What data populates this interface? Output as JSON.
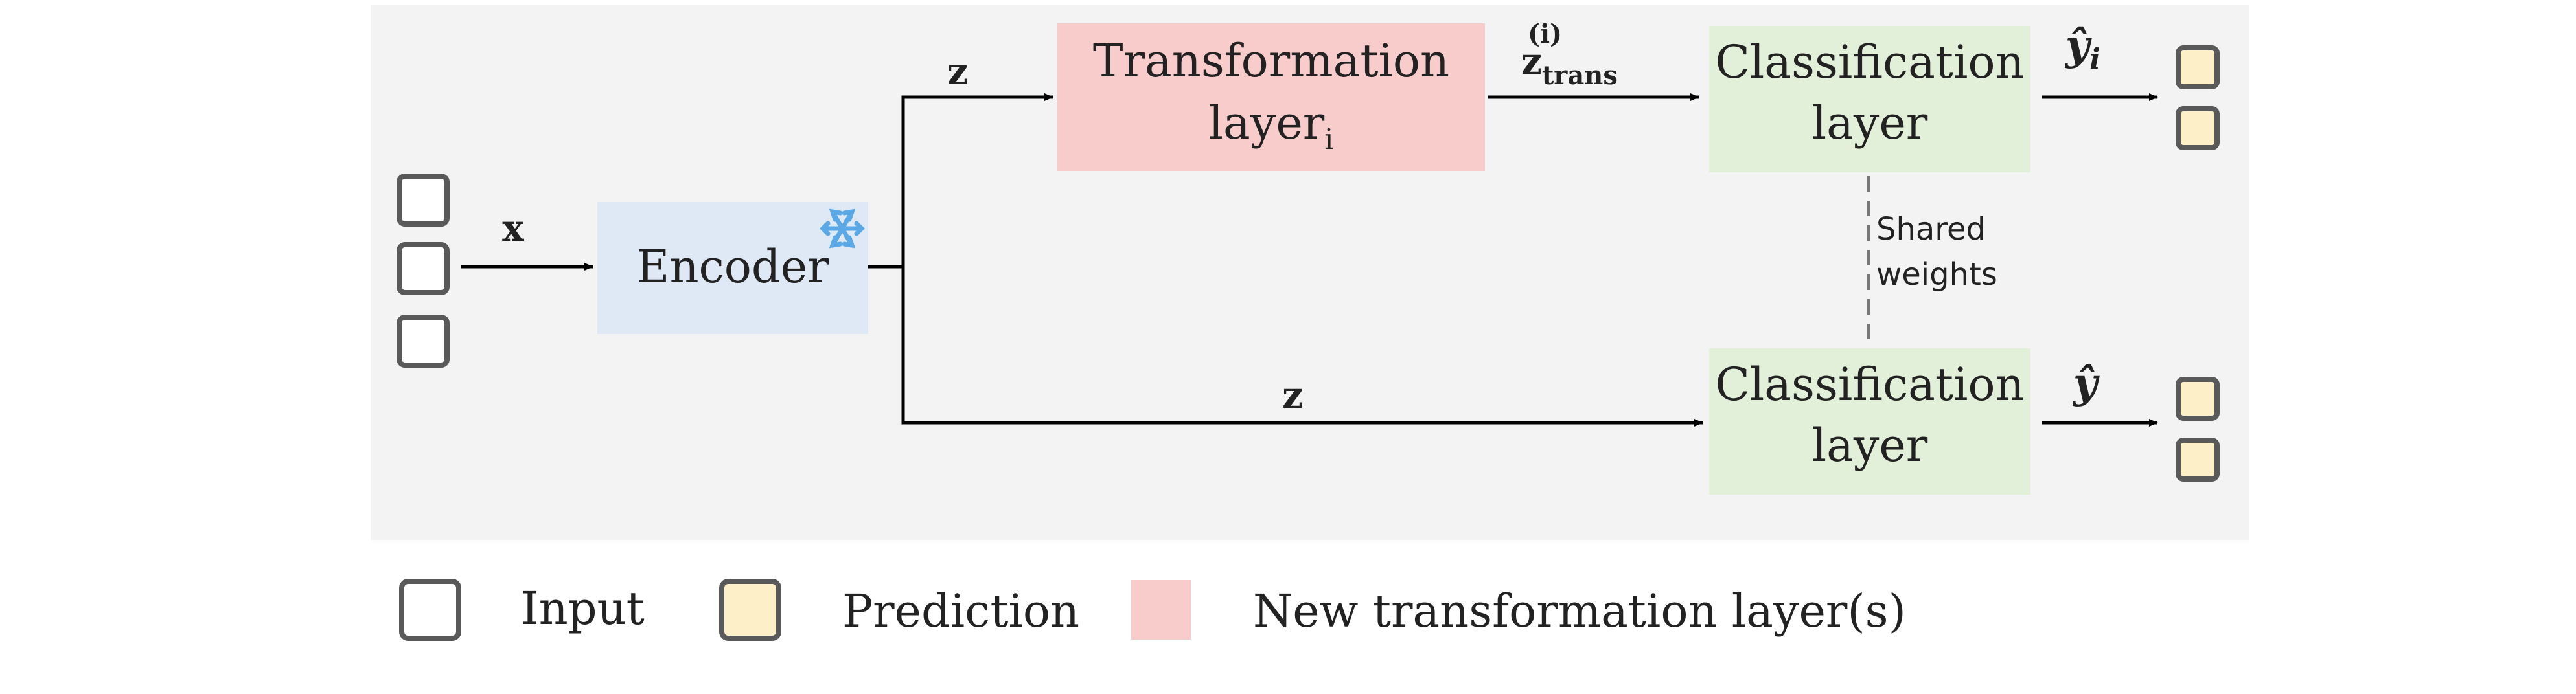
{
  "diagram": {
    "encoder": {
      "label": "Encoder",
      "frozen_icon": "snowflake-icon"
    },
    "transformation": {
      "label": "Transformation",
      "label2": "layer",
      "subscript": "i"
    },
    "classifier_top": {
      "line1": "Classification",
      "line2": "layer"
    },
    "classifier_bottom": {
      "line1": "Classification",
      "line2": "layer"
    },
    "edges": {
      "input_to_encoder": "x",
      "encoder_to_transformation": "z",
      "encoder_to_classifier": "z",
      "transformation_to_classifier": {
        "base": "z",
        "sub": "trans",
        "sup": "(i)"
      },
      "top_output": {
        "base": "ŷ",
        "sub": "i"
      },
      "bottom_output": "ŷ"
    },
    "shared_weights": {
      "line1": "Shared",
      "line2": "weights"
    }
  },
  "legend": {
    "input": "Input",
    "prediction": "Prediction",
    "new_layers": "New transformation layer(s)"
  },
  "colors": {
    "panel_bg": "#f3f3f3",
    "encoder_fill": "#dfe9f5",
    "transformation_fill": "#f9cccc",
    "classifier_fill": "#e2efd9",
    "prediction_fill": "#fdf0c8",
    "box_stroke": "#595959",
    "arrow": "#000000",
    "snowflake": "#5aa9e6"
  }
}
